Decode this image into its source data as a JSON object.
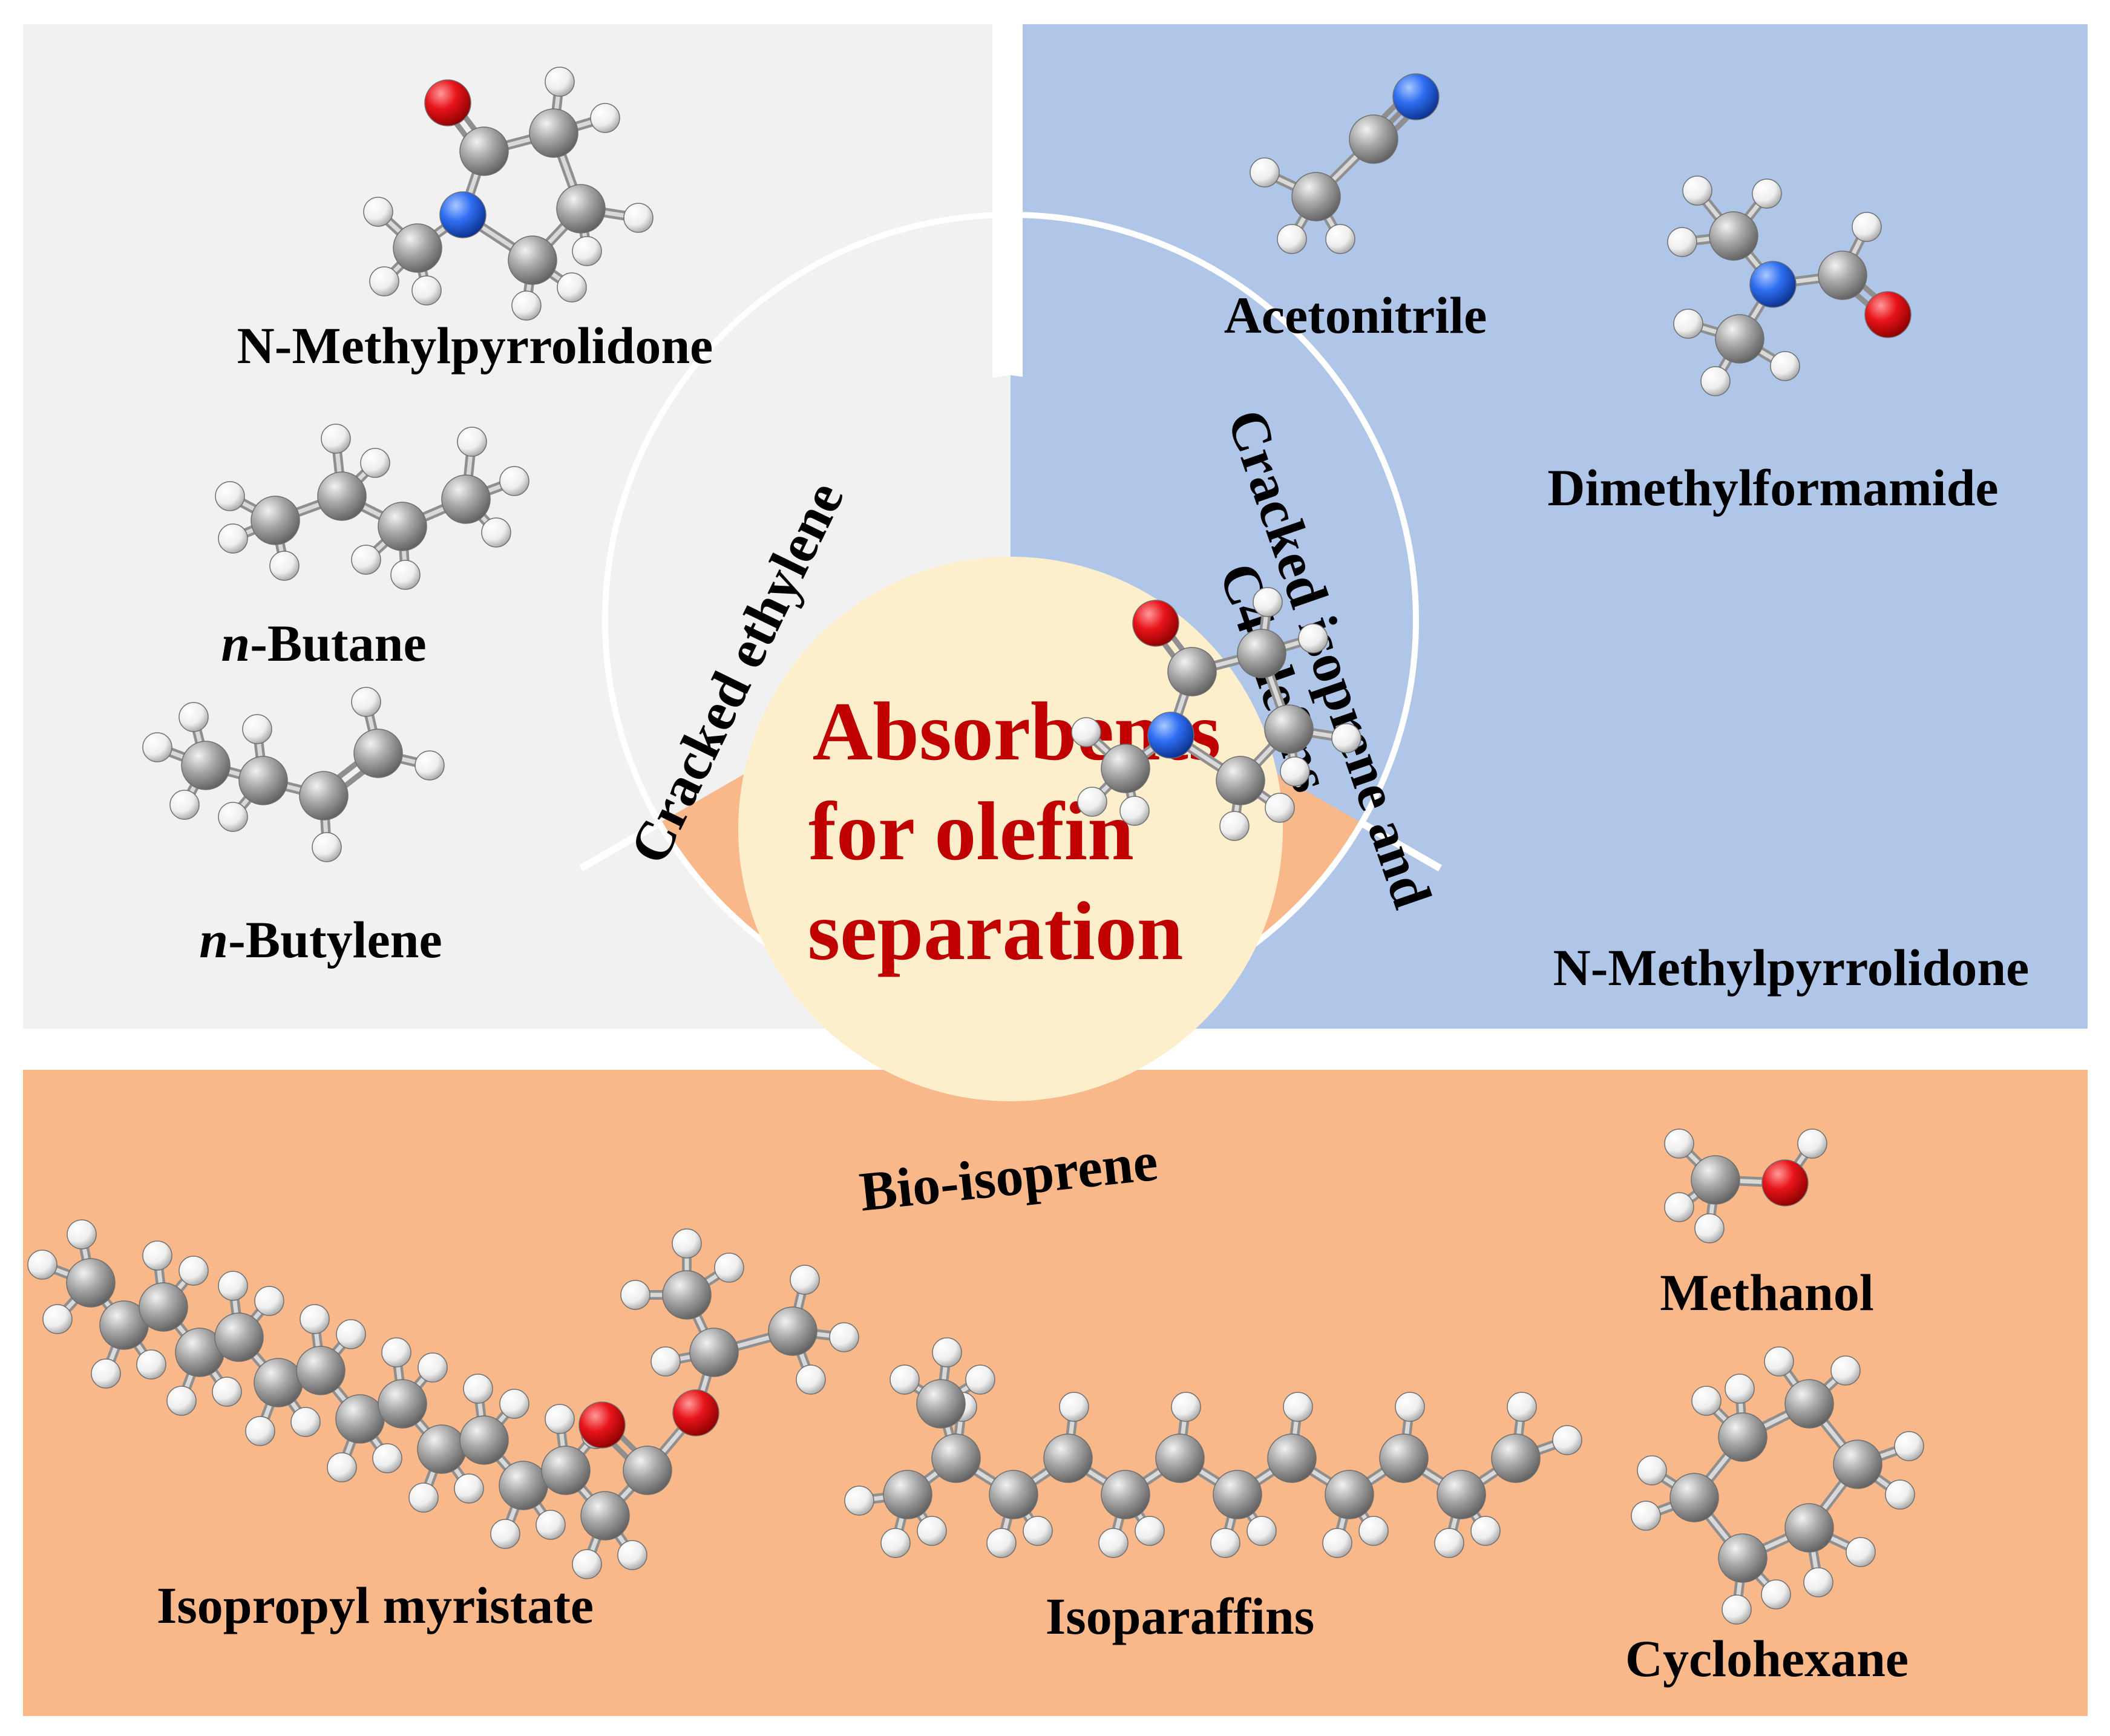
{
  "colors": {
    "grey_panel": "#f1f1f1",
    "blue_panel": "#b0c6e8",
    "orange_panel": "#f9b88a",
    "center_fill": "#fdefcc",
    "center_text": "#c00000",
    "label_text": "#000000",
    "atom_carbon": "#a9a9a9",
    "atom_hydrogen": "#f4f4f4",
    "atom_oxygen": "#e8141a",
    "atom_nitrogen": "#2f6ef2"
  },
  "center": {
    "line1": "Absorbents",
    "line2": "for olefin",
    "line3": "separation"
  },
  "segments": {
    "ethylene": "Cracked ethylene",
    "isoprene_line1": "Cracked isoprene and",
    "isoprene_line2": "C4 olefins",
    "bio": "Bio-isoprene"
  },
  "grey_panel": {
    "nmp": "N-Methylpyrrolidone",
    "butane_prefix": "n",
    "butane_suffix": "-Butane",
    "butylene_prefix": "n",
    "butylene_suffix": "-Butylene"
  },
  "blue_panel": {
    "acetonitrile": "Acetonitrile",
    "dmf": "Dimethylformamide",
    "nmp": "N-Methylpyrrolidone"
  },
  "orange_panel": {
    "methanol": "Methanol",
    "cyclohexane": "Cyclohexane",
    "ipm": "Isopropyl myristate",
    "isoparaffins": "Isoparaffins"
  }
}
